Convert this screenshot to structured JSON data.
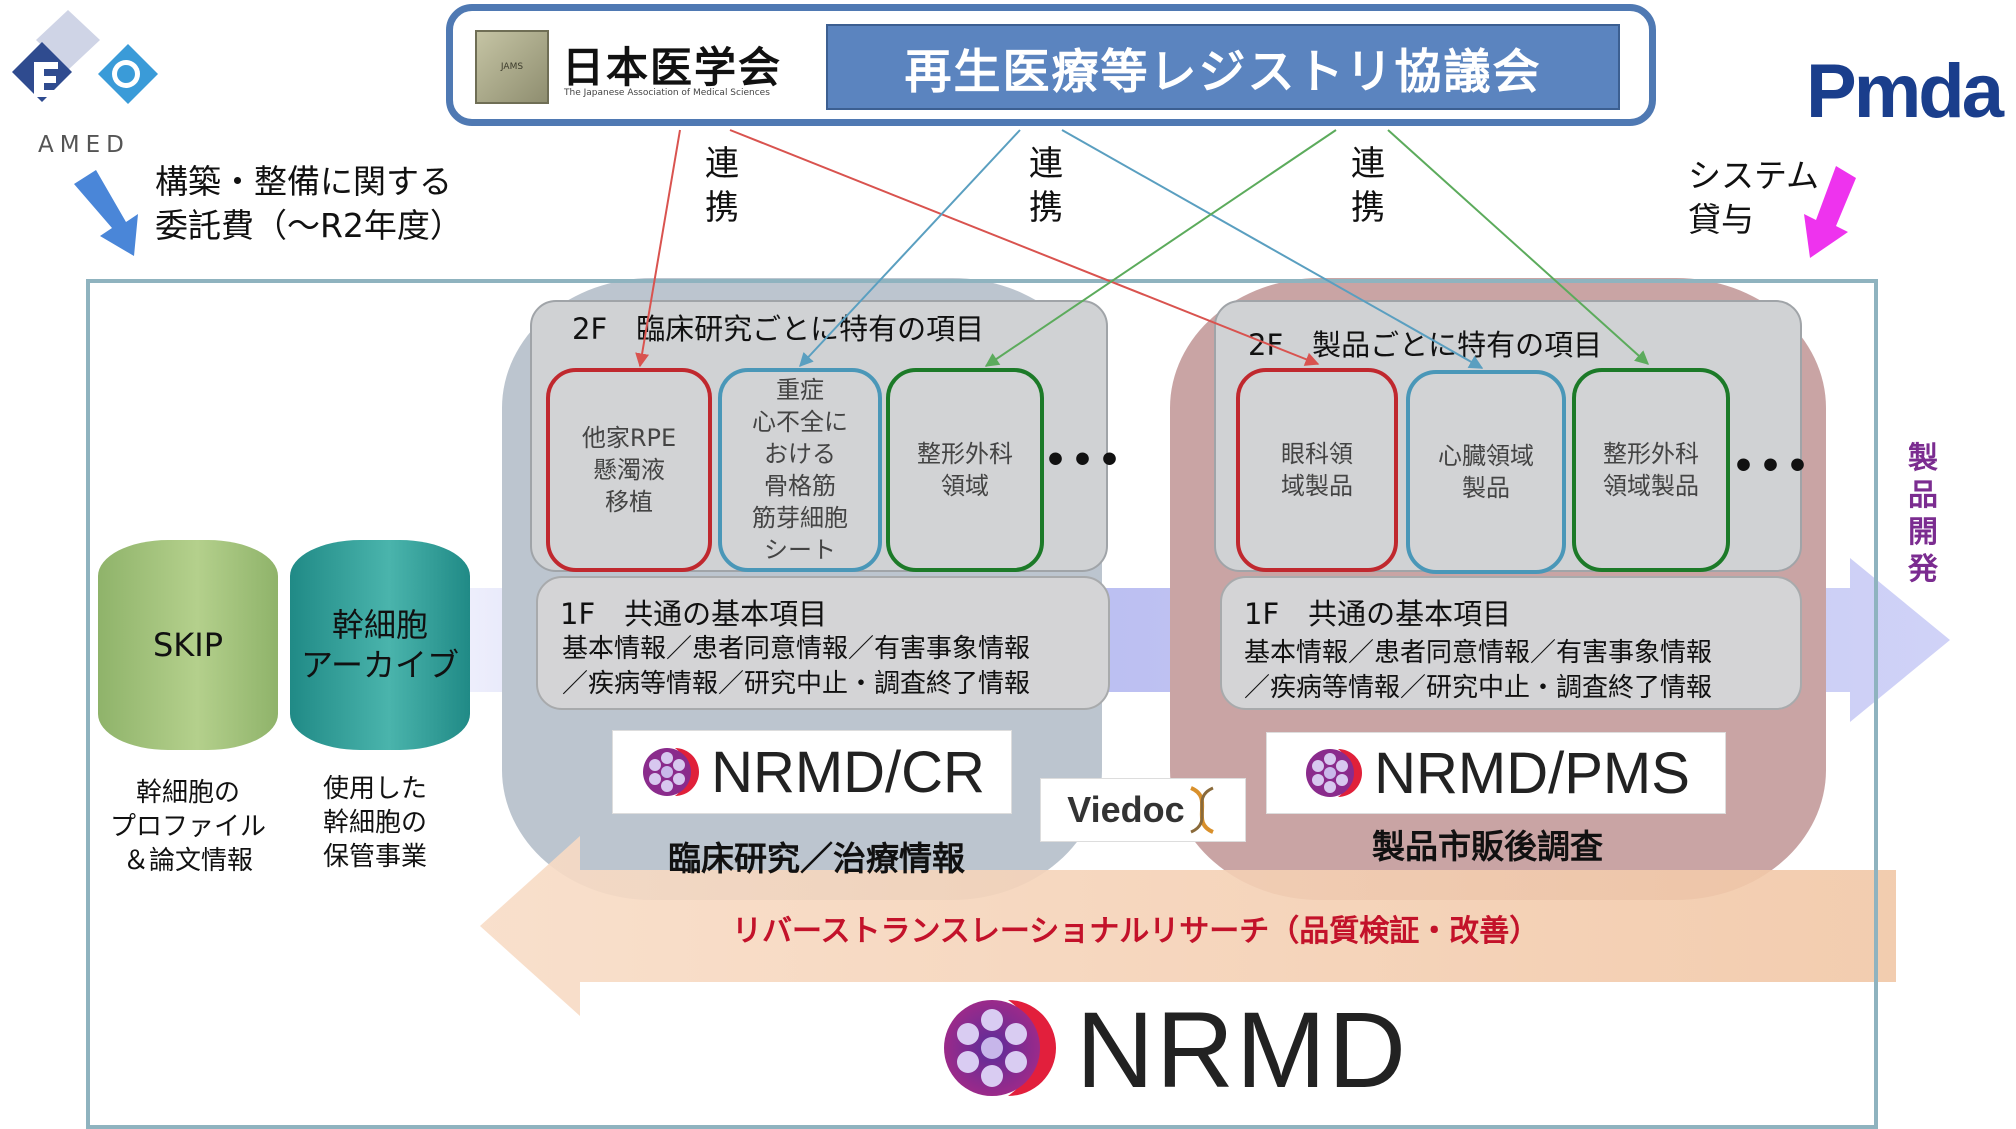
{
  "header": {
    "society_name": "日本医学会",
    "society_subtitle": "The Japanese Association of Medical Sciences",
    "society_seal_text": "JAMS",
    "council_name": "再生医療等レジストリ協議会"
  },
  "amed": {
    "logo_text": "AMED",
    "funding_text_1": "構築・整備に関する",
    "funding_text_2": "委託費（〜R2年度）"
  },
  "pmda": {
    "logo_text": "Pmda",
    "note_1": "システム",
    "note_2": "貸与"
  },
  "links": [
    {
      "line1": "連",
      "line2": "携"
    },
    {
      "line1": "連",
      "line2": "携"
    },
    {
      "line1": "連",
      "line2": "携"
    }
  ],
  "cr": {
    "floor2_title": "2F　臨床研究ごとに特有の項目",
    "items": [
      {
        "lines": [
          "他家RPE",
          "懸濁液",
          "移植"
        ]
      },
      {
        "lines": [
          "重症",
          "心不全に",
          "おける",
          "骨格筋",
          "筋芽細胞",
          "シート"
        ]
      },
      {
        "lines": [
          "整形外科",
          "領域"
        ]
      }
    ],
    "ellipsis": "•••",
    "floor1_title": "1F　共通の基本項目",
    "floor1_line1": "基本情報／患者同意情報／有害事象情報",
    "floor1_line2": "／疾病等情報／研究中止・調査終了情報",
    "logo_text": "NRMD/CR",
    "bottom_label": "臨床研究／治療情報"
  },
  "pms": {
    "floor2_title": "2F　製品ごとに特有の項目",
    "items": [
      {
        "lines": [
          "眼科領",
          "域製品"
        ]
      },
      {
        "lines": [
          "心臓領域",
          "製品"
        ]
      },
      {
        "lines": [
          "整形外科",
          "領域製品"
        ]
      }
    ],
    "ellipsis": "•••",
    "floor1_title": "1F　共通の基本項目",
    "floor1_line1": "基本情報／患者同意情報／有害事象情報",
    "floor1_line2": "／疾病等情報／研究中止・調査終了情報",
    "logo_text": "NRMD/PMS",
    "bottom_label": "製品市販後調査"
  },
  "skip": {
    "label": "SKIP",
    "desc_1": "幹細胞の",
    "desc_2": "プロファイル",
    "desc_3": "＆論文情報"
  },
  "archive": {
    "label_1": "幹細胞",
    "label_2": "アーカイブ",
    "desc_1": "使用した",
    "desc_2": "幹細胞の",
    "desc_3": "保管事業"
  },
  "viedoc": {
    "logo_text": "Viedoc"
  },
  "product_dev": {
    "label": "製品開発"
  },
  "reverse": {
    "label": "リバーストランスレーショナルリサーチ（品質検証・改善）"
  },
  "nrmd": {
    "logo_text": "NRMD"
  },
  "colors": {
    "frame_border": "#8fb3bf",
    "header_blue": "#5b84bf",
    "link_red": "#d9534f",
    "link_blue": "#5a9fc0",
    "link_green": "#5cab5c",
    "amed_arrow": "#4a86d8",
    "pmda_arrow": "#ee33ee",
    "reverse_text": "#c3122a",
    "product_dev_text": "#7b2c90"
  }
}
